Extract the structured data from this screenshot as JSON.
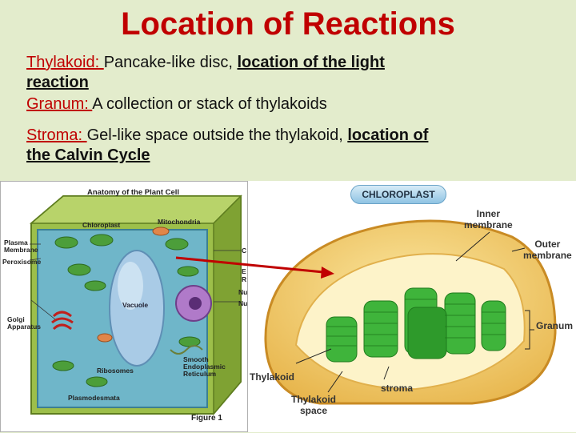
{
  "title": "Location of Reactions",
  "definitions": [
    {
      "term": "Thylakoid: ",
      "text": "Pancake-like disc, ",
      "location": "location of the light reaction"
    },
    {
      "term": "Granum: ",
      "text": "A collection or stack of thylakoids",
      "location": ""
    },
    {
      "term": "Stroma: ",
      "text": "Gel-like space outside the thylakoid, ",
      "location": "location of the Calvin Cycle"
    }
  ],
  "cell_figure": {
    "heading": "Anatomy of the Plant Cell",
    "caption": "Figure 1",
    "labels": {
      "chloroplast": "Chloroplast",
      "mitochondria": "Mitochondria",
      "plasma_membrane": "Plasma\nMembrane",
      "peroxisome": "Peroxisome",
      "golgi": "Golgi\nApparatus",
      "vacuole": "Vacuole",
      "ribosomes": "Ribosomes",
      "smooth_er": "Smooth\nEndoplasmic\nReticulum",
      "plasmodesmata": "Plasmodesmata",
      "cut1": "C",
      "cut2": "E",
      "cut3": "R",
      "cut4": "Nu",
      "cut5": "Nu"
    }
  },
  "chloroplast_figure": {
    "badge": "CHLOROPLAST",
    "labels": {
      "inner_membrane": "Inner\nmembrane",
      "outer_membrane": "Outer\nmembrane",
      "granum": "Granum",
      "thylakoid": "Thylakoid",
      "stroma": "stroma",
      "thylakoid_space": "Thylakoid\nspace"
    }
  },
  "colors": {
    "title": "#c00000",
    "background": "#e3eccc",
    "arrow": "#c00000"
  }
}
